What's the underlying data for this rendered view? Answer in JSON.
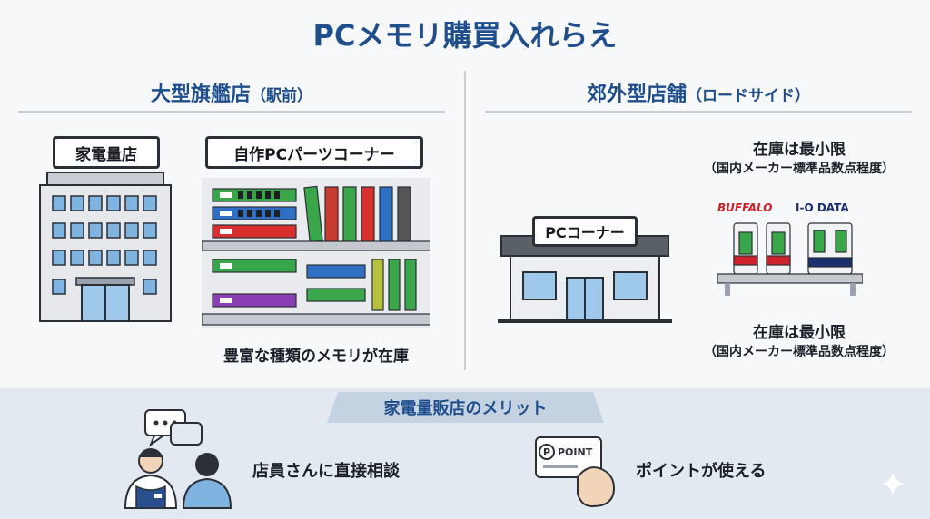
{
  "title": "PCメモリ購買入れらえ",
  "left": {
    "heading": "大型旗艦店",
    "heading_sub": "（駅前）",
    "store_sign": "家電量店",
    "parts_sign": "自作PCパーツコーナー",
    "caption": "豊富な種類のメモリが在庫"
  },
  "right": {
    "heading": "郊外型店舗",
    "heading_sub": "（ロードサイド）",
    "store_sign": "PCコーナー",
    "stock_top_line1": "在庫は最小限",
    "stock_top_line2": "（国内メーカー標準品数点程度）",
    "stock_bottom_line1": "在庫は最小限",
    "stock_bottom_line2": "（国内メーカー標準品数点程度）",
    "brand_left": "BUFFALO",
    "brand_right": "I-O DATA"
  },
  "bottom": {
    "ribbon": "家電量販店のメリット",
    "benefit_left": "店員さんに直接相談",
    "benefit_right": "ポイントが使える",
    "point_card_label": "POINT",
    "point_card_glyph": "P"
  },
  "colors": {
    "title_blue": "#1f4e8c",
    "band": "#e3e9f1",
    "buffalo_red": "#d0202a",
    "iodata_navy": "#1b2e6e"
  },
  "icons": [
    "office-building-icon",
    "memory-shelf-icon",
    "shop-icon",
    "memory-package-icon",
    "speech-bubble-icon",
    "staff-icon",
    "customer-icon",
    "point-card-icon",
    "sparkle-icon"
  ]
}
